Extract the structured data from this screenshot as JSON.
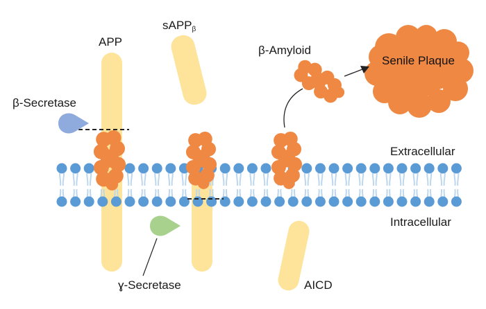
{
  "labels": {
    "app": "APP",
    "sapp_main": "sAPP",
    "sapp_sub": "β",
    "beta_secretase": "β-Secretase",
    "gamma_secretase": "ɣ-Secretase",
    "beta_amyloid": "β-Amyloid",
    "senile_plaque": "Senile Plaque",
    "extracellular": "Extracellular",
    "intracellular": "Intracellular",
    "aicd": "AICD"
  },
  "colors": {
    "app_fragment": "#fde49a",
    "amyloid_blob": "#ef8842",
    "lipid_head": "#5b9bd5",
    "lipid_tail": "#bdd7ee",
    "beta_secretase": "#8faadc",
    "gamma_secretase": "#a9d18e",
    "line": "#222222"
  },
  "icons": {
    "beta_secretase": "enzyme-teardrop-icon",
    "gamma_secretase": "enzyme-teardrop-icon",
    "arrow": "arrow-right-icon"
  }
}
